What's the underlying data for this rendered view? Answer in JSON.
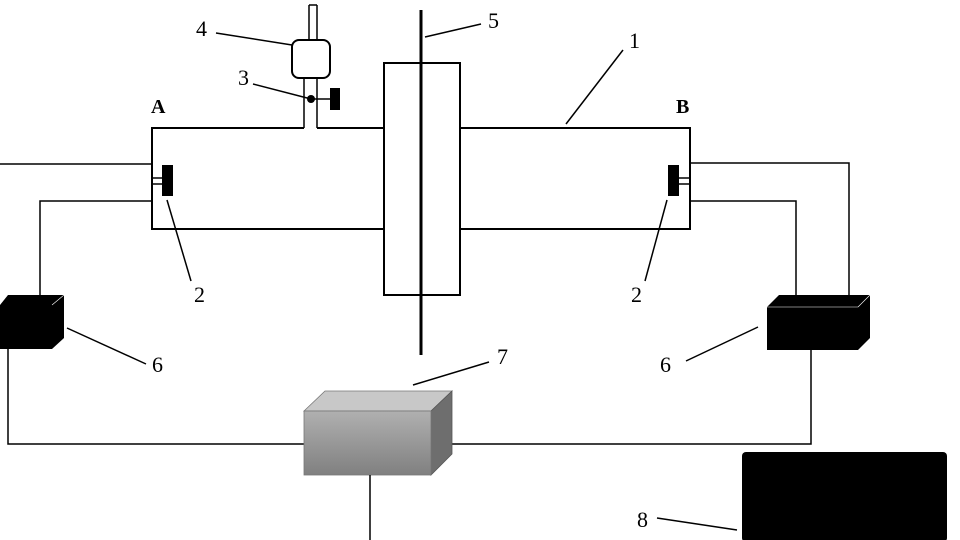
{
  "labels": {
    "l1": "1",
    "l2a": "2",
    "l2b": "2",
    "l3": "3",
    "l4": "4",
    "l5": "5",
    "l6a": "6",
    "l6b": "6",
    "l7": "7",
    "l8": "8",
    "end_a": "A",
    "end_b": "B"
  },
  "colors": {
    "line": "#000000",
    "box7_front": "#9a9a9a",
    "box7_top": "#c8c8c8",
    "box7_side": "#6e6e6e",
    "box6": "#000000",
    "box8": "#000000"
  }
}
